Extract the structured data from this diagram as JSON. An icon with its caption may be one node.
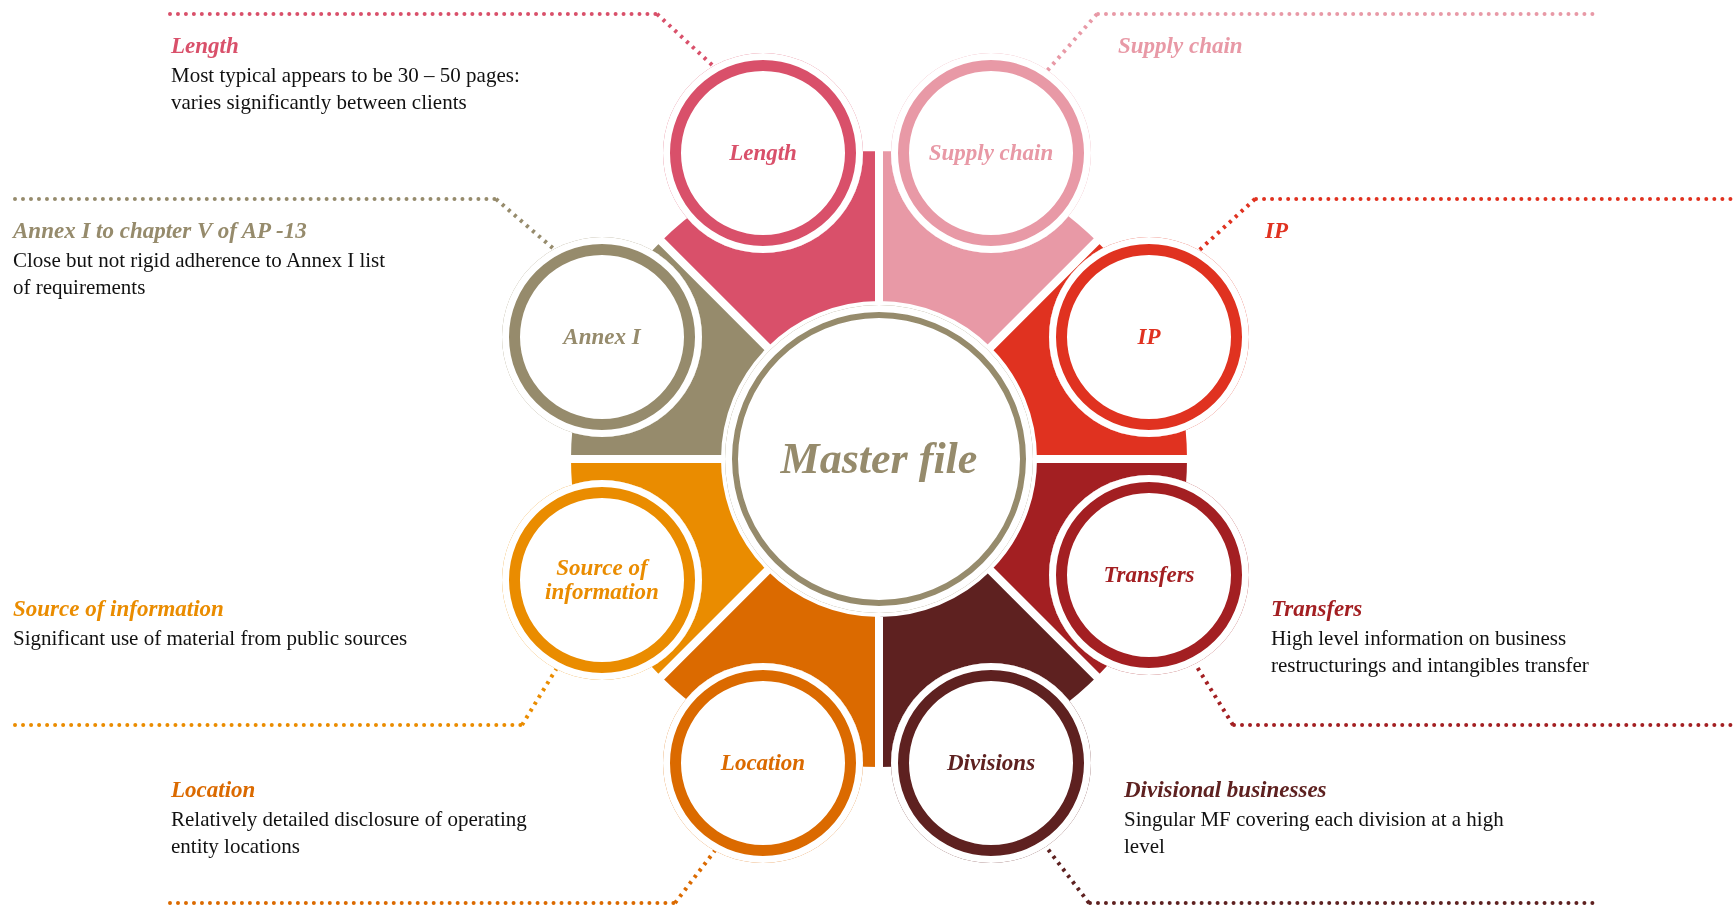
{
  "diagram": {
    "nodes": [
      {
        "text": [
          "Length",
          "Most typical appears to be 30 – 50 pages: varies significantly between clients"
        ]
      },
      {
        "text": [
          "Supply chain"
        ]
      },
      {
        "text": [
          "Length"
        ]
      },
      {
        "text": [
          "Supply chain"
        ]
      },
      {
        "text": [
          "Annex I to chapter V of AP -13",
          "Close but not rigid adherence to Annex I list of requirements"
        ]
      },
      {
        "text": [
          "IP"
        ]
      },
      {
        "text": [
          "Annex I"
        ]
      },
      {
        "text": [
          "IP"
        ]
      },
      {
        "text": [
          "Master file"
        ]
      },
      {
        "text": [
          "Source of information"
        ]
      },
      {
        "text": [
          "Transfers"
        ]
      },
      {
        "text": [
          "Source of information",
          "Significant use of material from public sources"
        ]
      },
      {
        "text": [
          "Transfers",
          "High level information on business restructurings and intangibles transfer"
        ]
      },
      {
        "text": [
          "Location"
        ]
      },
      {
        "text": [
          "Divisions"
        ]
      },
      {
        "text": [
          "Location",
          "Relatively detailed disclosure of operating entity locations"
        ]
      },
      {
        "text": [
          "Divisional businesses",
          "Singular MF covering each division at a high level"
        ]
      }
    ],
    "edges": [
      {
        "from": 0,
        "to": 2,
        "arrow": "none",
        "style": "dashed",
        "color": "#d9506a"
      },
      {
        "from": 1,
        "to": 3,
        "arrow": "none",
        "style": "dashed",
        "color": "#e899a6"
      },
      {
        "from": 4,
        "to": 6,
        "arrow": "none",
        "style": "dashed",
        "color": "#968b6c"
      },
      {
        "from": 5,
        "to": 7,
        "arrow": "none",
        "style": "dashed",
        "color": "#e03220"
      },
      {
        "from": 11,
        "to": 9,
        "arrow": "none",
        "style": "dashed",
        "color": "#ea8c00"
      },
      {
        "from": 12,
        "to": 10,
        "arrow": "none",
        "style": "dashed",
        "color": "#a31f22"
      },
      {
        "from": 15,
        "to": 13,
        "arrow": "none",
        "style": "dashed",
        "color": "#db6a00"
      },
      {
        "from": 16,
        "to": 14,
        "arrow": "none",
        "style": "dashed",
        "color": "#5e2120"
      }
    ]
  }
}
